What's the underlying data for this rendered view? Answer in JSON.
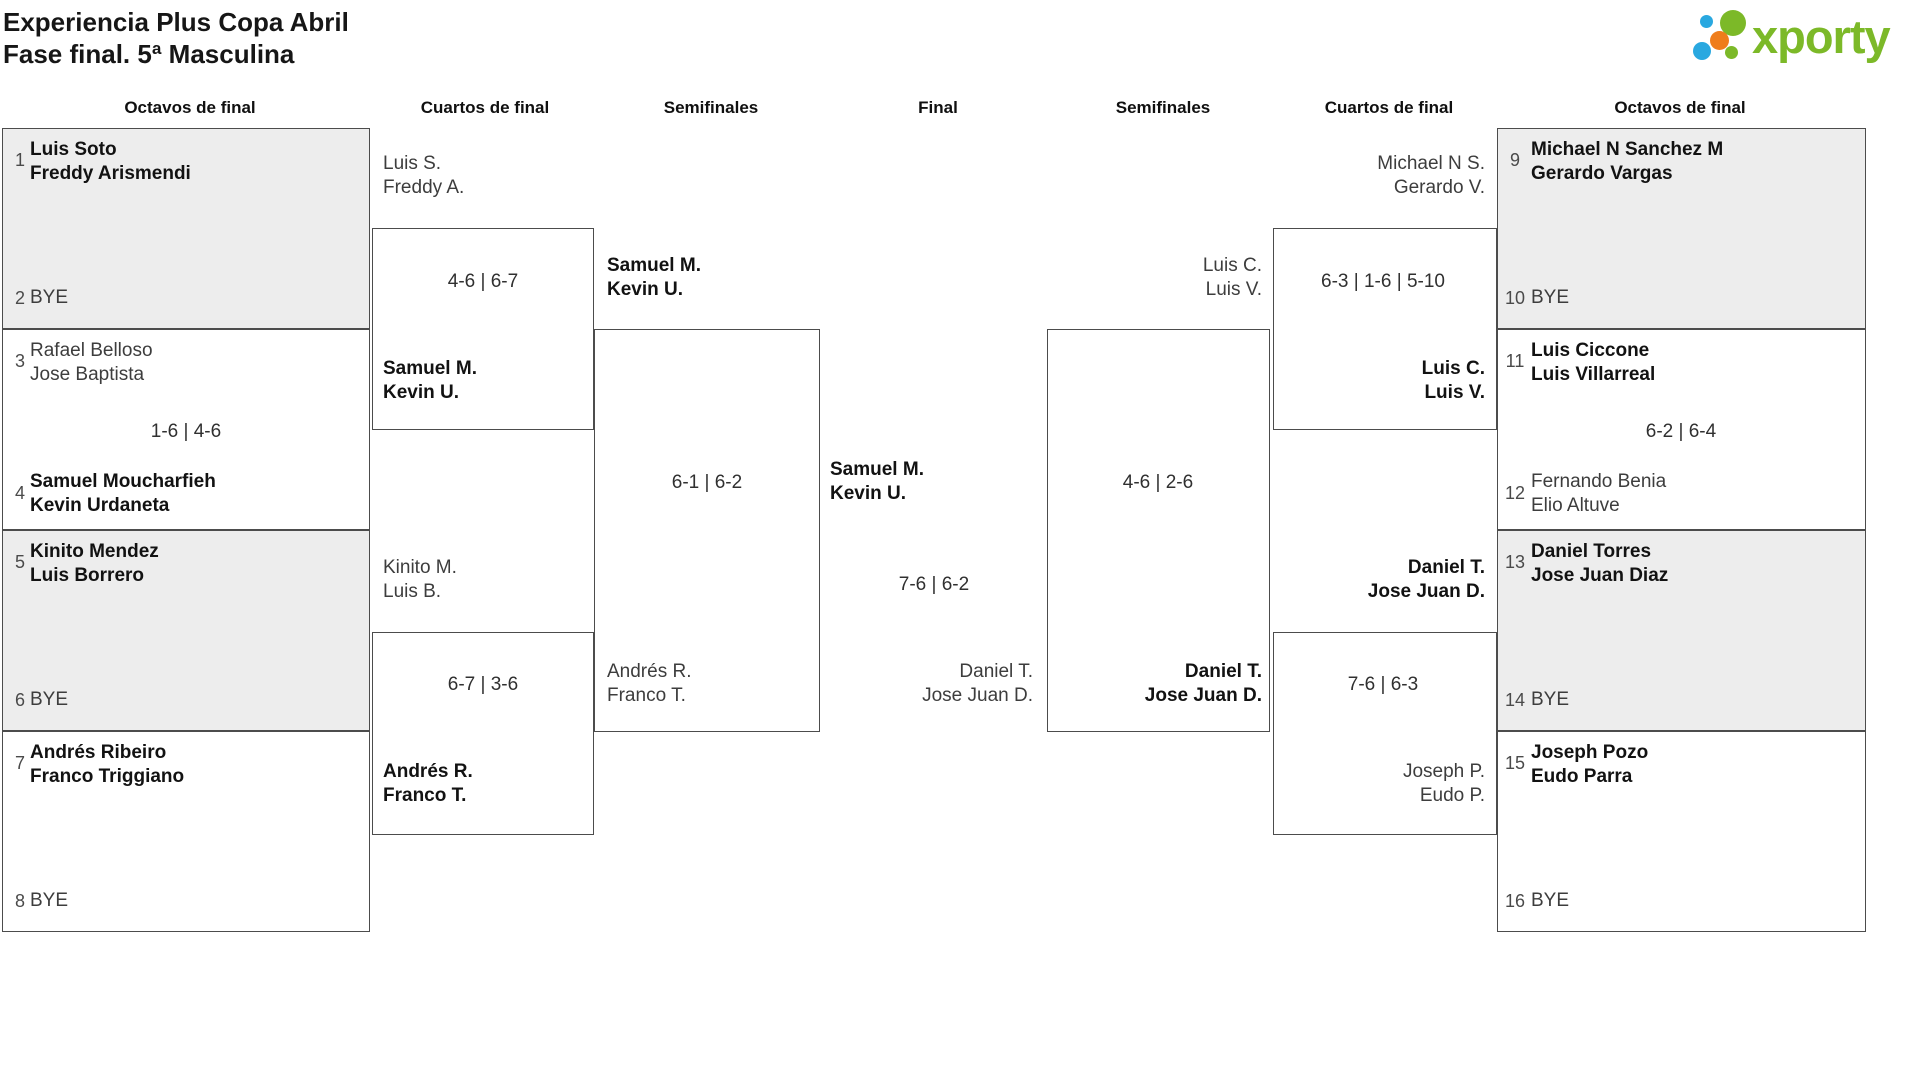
{
  "title": {
    "line1": "Experiencia Plus Copa Abril",
    "line2": "Fase final. 5ª Masculina"
  },
  "logo": {
    "text": "xporty",
    "green": "#7cb928",
    "blue": "#29a8e0",
    "orange": "#ef7d1b"
  },
  "colors": {
    "box_fill": "#ededed",
    "box_border": "#4c4c4c"
  },
  "round_headers": [
    "Octavos de final",
    "Cuartos de final",
    "Semifinales",
    "Final",
    "Semifinales",
    "Cuartos de final",
    "Octavos de final"
  ],
  "octavos_left": [
    {
      "seed_a": "1",
      "team_a": [
        "Luis Soto",
        "Freddy Arismendi"
      ],
      "winner_a": true,
      "score": "",
      "seed_b": "2",
      "team_b": [
        "BYE"
      ],
      "winner_b": false
    },
    {
      "seed_a": "3",
      "team_a": [
        "Rafael Belloso",
        "Jose Baptista"
      ],
      "winner_a": false,
      "score": "1-6 | 4-6",
      "seed_b": "4",
      "team_b": [
        "Samuel Moucharfieh",
        "Kevin Urdaneta"
      ],
      "winner_b": true
    },
    {
      "seed_a": "5",
      "team_a": [
        "Kinito Mendez",
        "Luis Borrero"
      ],
      "winner_a": true,
      "score": "",
      "seed_b": "6",
      "team_b": [
        "BYE"
      ],
      "winner_b": false
    },
    {
      "seed_a": "7",
      "team_a": [
        "Andrés Ribeiro",
        "Franco Triggiano"
      ],
      "winner_a": true,
      "score": "",
      "seed_b": "8",
      "team_b": [
        "BYE"
      ],
      "winner_b": false
    }
  ],
  "octavos_right": [
    {
      "seed_a": "9",
      "team_a": [
        "Michael N Sanchez M",
        "Gerardo Vargas"
      ],
      "winner_a": true,
      "score": "",
      "seed_b": "10",
      "team_b": [
        "BYE"
      ],
      "winner_b": false
    },
    {
      "seed_a": "11",
      "team_a": [
        "Luis Ciccone",
        "Luis Villarreal"
      ],
      "winner_a": true,
      "score": "6-2 | 6-4",
      "seed_b": "12",
      "team_b": [
        "Fernando Benia",
        "Elio Altuve"
      ],
      "winner_b": false
    },
    {
      "seed_a": "13",
      "team_a": [
        "Daniel Torres",
        "Jose Juan Diaz"
      ],
      "winner_a": true,
      "score": "",
      "seed_b": "14",
      "team_b": [
        "BYE"
      ],
      "winner_b": false
    },
    {
      "seed_a": "15",
      "team_a": [
        "Joseph Pozo",
        "Eudo Parra"
      ],
      "winner_a": true,
      "score": "",
      "seed_b": "16",
      "team_b": [
        "BYE"
      ],
      "winner_b": false
    }
  ],
  "cuartos_left": [
    {
      "team_a": [
        "Luis S.",
        "Freddy A."
      ],
      "winner_a": false,
      "score": "4-6 | 6-7",
      "team_b": [
        "Samuel M.",
        "Kevin U."
      ],
      "winner_b": true
    },
    {
      "team_a": [
        "Kinito M.",
        "Luis B."
      ],
      "winner_a": false,
      "score": "6-7 | 3-6",
      "team_b": [
        "Andrés R.",
        "Franco T."
      ],
      "winner_b": true
    }
  ],
  "cuartos_right": [
    {
      "team_a": [
        "Michael N S.",
        "Gerardo V."
      ],
      "winner_a": false,
      "score": "6-3 | 1-6 | 5-10",
      "team_b": [
        "Luis C.",
        "Luis V."
      ],
      "winner_b": true
    },
    {
      "team_a": [
        "Daniel T.",
        "Jose Juan D."
      ],
      "winner_a": true,
      "score": "7-6 | 6-3",
      "team_b": [
        "Joseph P.",
        "Eudo P."
      ],
      "winner_b": false
    }
  ],
  "semifinal_left": {
    "team_a": [
      "Samuel M.",
      "Kevin U."
    ],
    "winner_a": true,
    "score": "6-1 | 6-2",
    "team_b": [
      "Andrés R.",
      "Franco T."
    ],
    "winner_b": false
  },
  "semifinal_right": {
    "team_a": [
      "Luis C.",
      "Luis V."
    ],
    "winner_a": false,
    "score": "4-6 | 2-6",
    "team_b": [
      "Daniel T.",
      "Jose Juan D."
    ],
    "winner_b": true
  },
  "final": {
    "team_a": [
      "Samuel M.",
      "Kevin U."
    ],
    "winner_a": true,
    "score": "7-6 | 6-2",
    "team_b": [
      "Daniel T.",
      "Jose Juan D."
    ],
    "winner_b": false
  }
}
